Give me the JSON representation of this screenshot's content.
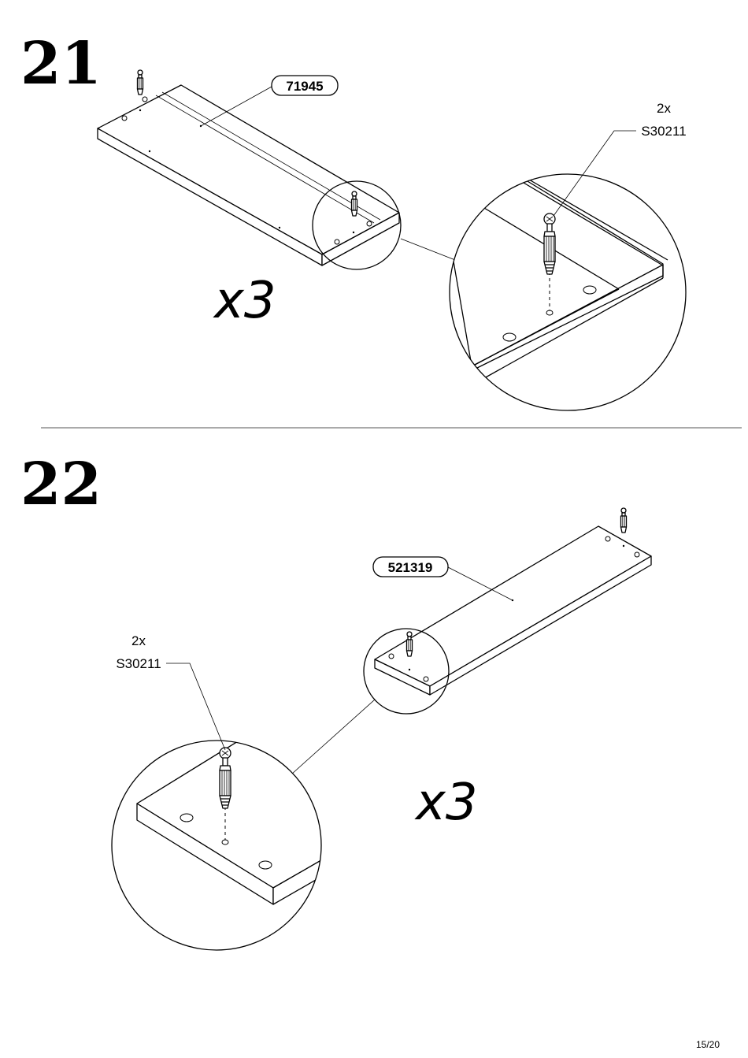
{
  "page": {
    "number": "15/20"
  },
  "steps": [
    {
      "number": "21",
      "part_label": "71945",
      "quantity": "x3",
      "hardware": {
        "count": "2x",
        "code": "S30211"
      }
    },
    {
      "number": "22",
      "part_label": "521319",
      "quantity": "x3",
      "hardware": {
        "count": "2x",
        "code": "S30211"
      }
    }
  ]
}
